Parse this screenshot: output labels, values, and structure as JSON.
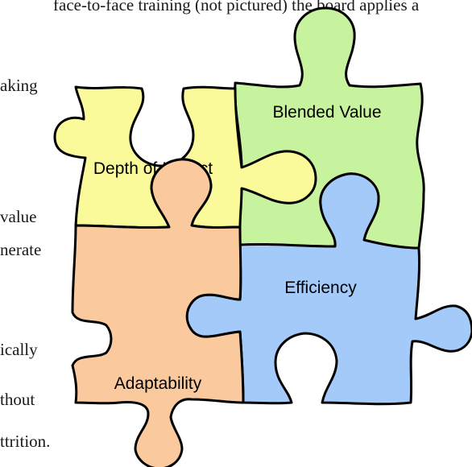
{
  "document": {
    "top_line": "face-to-face training (not pictured) the board applies a",
    "lines": [
      "aking",
      "value",
      "nerate",
      "ically",
      "thout",
      "ttrition."
    ]
  },
  "puzzle": {
    "pieces": [
      {
        "label": "Blended Value",
        "color": "#c7f29e"
      },
      {
        "label": "Depth of Impact",
        "color": "#fafa9a"
      },
      {
        "label": "Efficiency",
        "color": "#a4cafa"
      },
      {
        "label": "Adaptability",
        "color": "#fac99e"
      }
    ]
  }
}
